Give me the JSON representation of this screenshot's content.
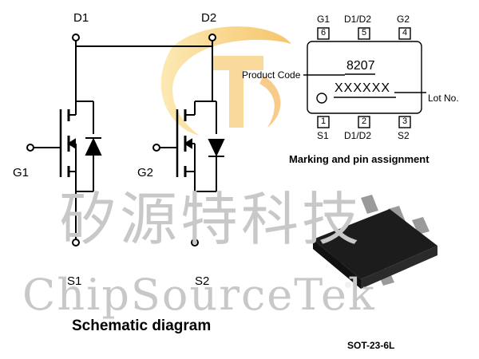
{
  "schematic": {
    "caption": "Schematic diagram",
    "nodes": {
      "d1": "D1",
      "d2": "D2",
      "g1": "G1",
      "g2": "G2",
      "s1": "S1",
      "s2": "S2"
    }
  },
  "marking": {
    "caption": "Marking and pin assignment",
    "marking_text": "8207",
    "lot_text": "XXXXXX",
    "product_code_callout": "Product Code",
    "lot_callout": "Lot No.",
    "top_pins": [
      {
        "name": "G1",
        "number": "6"
      },
      {
        "name": "D1/D2",
        "number": "5"
      },
      {
        "name": "G2",
        "number": "4"
      }
    ],
    "bottom_pins": [
      {
        "name": "S1",
        "number": "1"
      },
      {
        "name": "D1/D2",
        "number": "2"
      },
      {
        "name": "S2",
        "number": "3"
      }
    ]
  },
  "package": {
    "caption": "SOT-23-6L"
  },
  "watermark": {
    "chinese": "矽源特科技",
    "english": "ChipSourceTek",
    "logo_colors": [
      "#f6c33c",
      "#e88a2a"
    ]
  }
}
